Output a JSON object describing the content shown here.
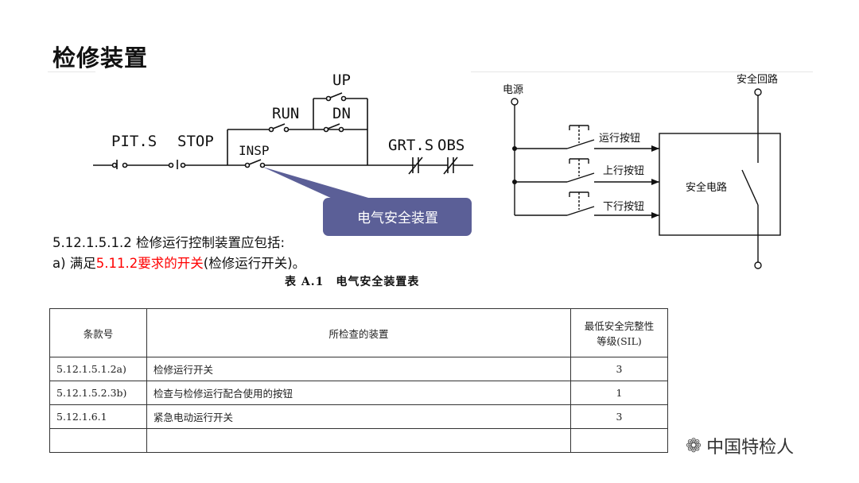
{
  "slide": {
    "title": "检修装置"
  },
  "diagram_left": {
    "labels": {
      "pit": "PIT.S",
      "stop": "STOP",
      "run": "RUN",
      "up": "UP",
      "dn": "DN",
      "insp": "INSP",
      "grt": "GRT.S",
      "obs": "OBS"
    },
    "callout": "电气安全装置",
    "callout_color": "#5b5f97"
  },
  "diagram_right": {
    "power": "电源",
    "safety_loop": "安全回路",
    "run_button": "运行按钮",
    "up_button": "上行按钮",
    "down_button": "下行按钮",
    "safety_circuit": "安全电路"
  },
  "clause": {
    "line1": "5.12.1.5.1.2 检修运行控制装置应包括:",
    "line2_prefix": "a) 满足",
    "line2_red": "5.11.2要求的开关",
    "line2_suffix": "(检修运行开关)。",
    "red_color": "#ff0000"
  },
  "table": {
    "caption": "表 A.1　电气安全装置表",
    "headers": [
      "条款号",
      "所检查的装置",
      "最低安全完整性",
      "等级(SIL)"
    ],
    "rows": [
      [
        "5.12.1.5.1.2a)",
        "检修运行开关",
        "3"
      ],
      [
        "5.12.1.5.2.3b)",
        "检查与检修运行配合使用的按钮",
        "1"
      ],
      [
        "5.12.1.6.1",
        "紧急电动运行开关",
        "3"
      ]
    ]
  },
  "watermark": {
    "text": "中国特检人",
    "icon": "wechat-icon"
  }
}
